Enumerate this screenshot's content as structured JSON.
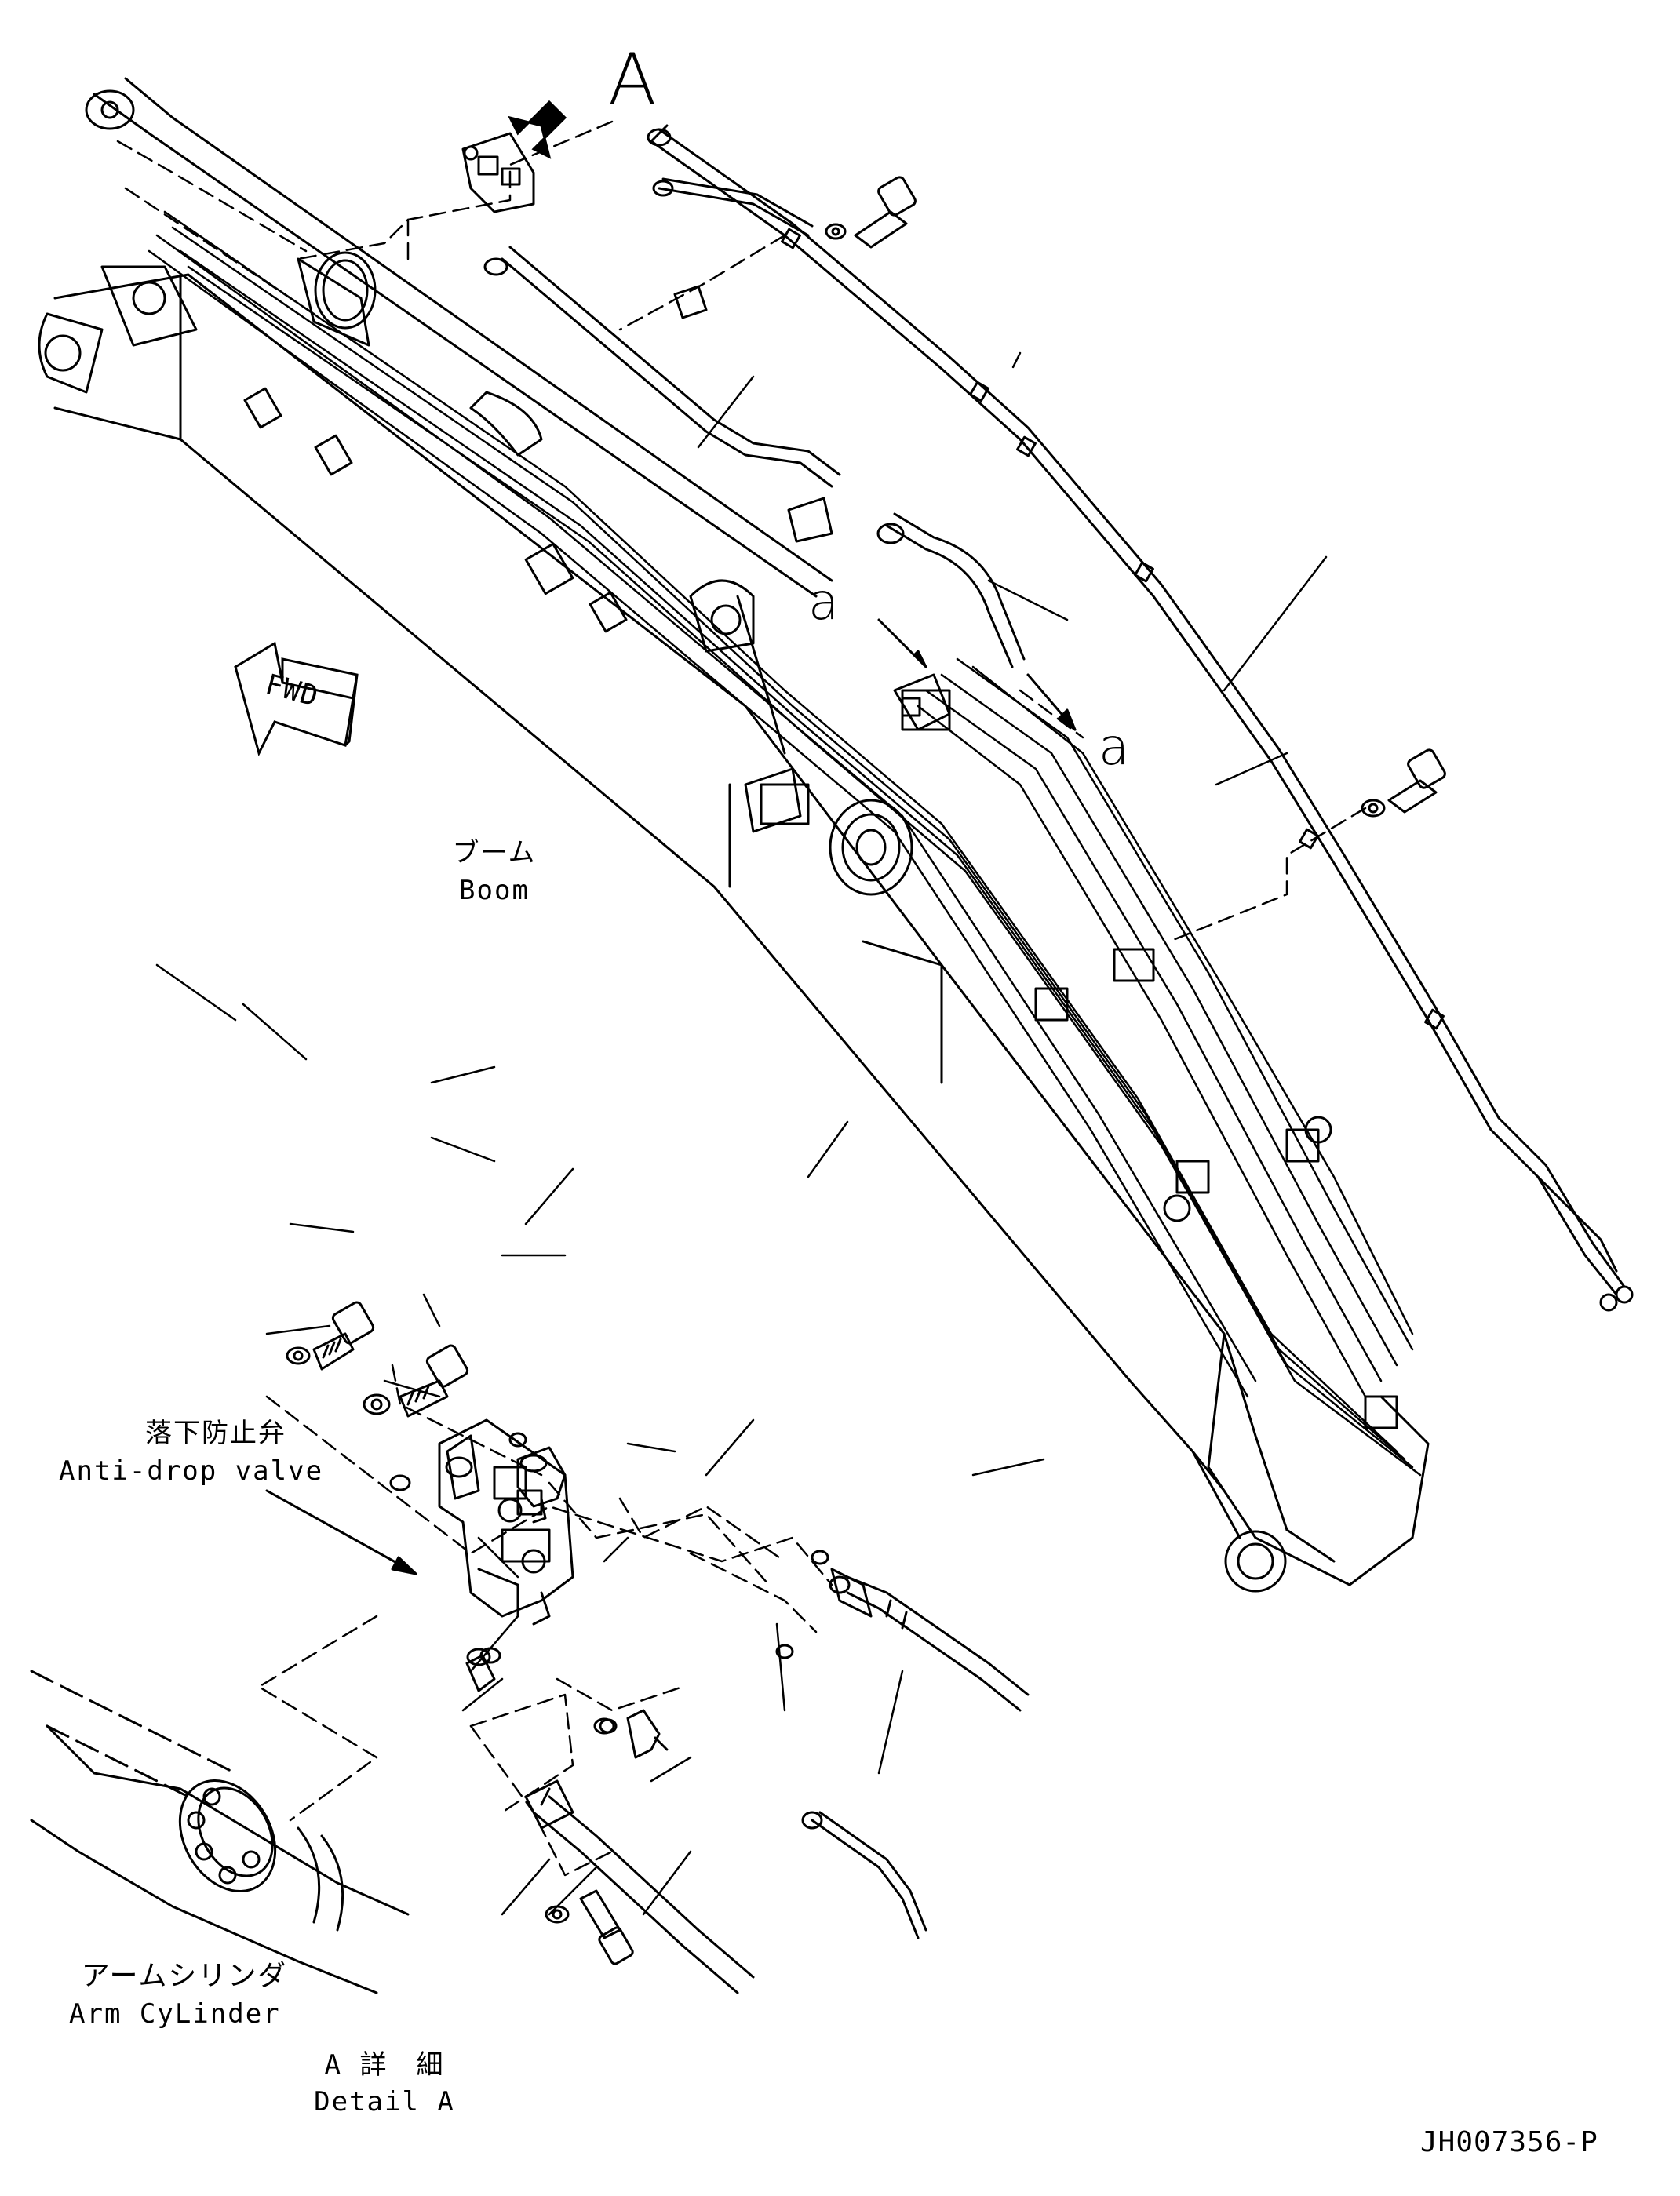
{
  "labels": {
    "view_marker": "A",
    "section_marker_1": "a",
    "section_marker_2": "a",
    "fwd": "FWD",
    "boom_jp": "ブーム",
    "boom_en": "Boom",
    "valve_jp": "落下防止弁",
    "valve_en": "Anti-drop valve",
    "arm_cyl_jp": "アームシリンダ",
    "arm_cyl_en": "Arm CyLinder",
    "detail_jp": "A 詳　細",
    "detail_en": "Detail A",
    "drawing_number": "JH007356-P"
  },
  "colors": {
    "line": "#000000",
    "background": "#ffffff"
  }
}
